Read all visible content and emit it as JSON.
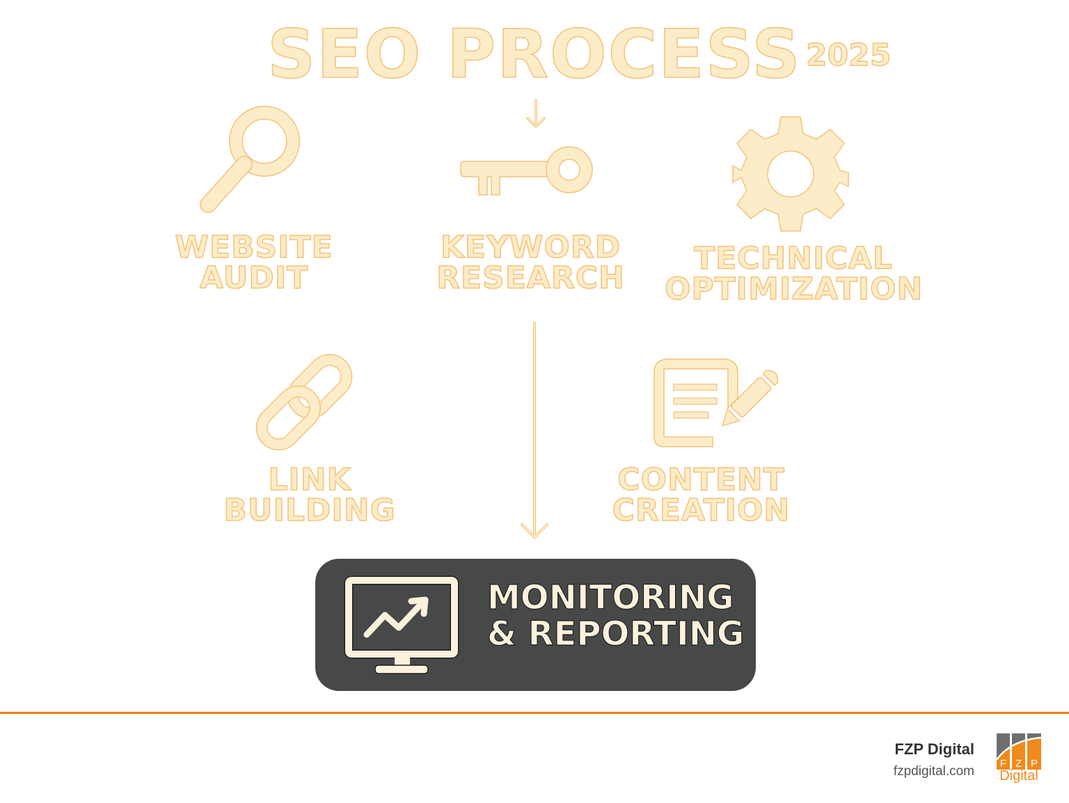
{
  "title": {
    "main": "SEO PROCESS",
    "year": "2025"
  },
  "steps": [
    {
      "id": "website-audit",
      "icon": "magnifier-icon",
      "lines": [
        "WEBSITE",
        "AUDIT"
      ]
    },
    {
      "id": "keyword-research",
      "icon": "key-icon",
      "lines": [
        "KEYWORD",
        "RESEARCH"
      ]
    },
    {
      "id": "technical-optimization",
      "icon": "gear-icon",
      "lines": [
        "TECHNICAL",
        "OPTIMIZATION"
      ]
    },
    {
      "id": "link-building",
      "icon": "chain-link-icon",
      "lines": [
        "LINK",
        "BUILDING"
      ]
    },
    {
      "id": "content-creation",
      "icon": "document-pencil-icon",
      "lines": [
        "CONTENT",
        "CREATION"
      ]
    }
  ],
  "final_step": {
    "icon": "monitor-trend-icon",
    "lines": [
      "MONITORING",
      "& REPORTING"
    ]
  },
  "footer": {
    "brand_name": "FZP Digital",
    "brand_url": "fzpdigital.com",
    "logo_letters": [
      "F",
      "Z",
      "P"
    ],
    "logo_word": "Digital"
  },
  "colors": {
    "cream_fill": "#fdecc8",
    "cream_stroke": "#f3c27a",
    "dark_box": "#474948",
    "accent_orange": "#f07d14",
    "logo_gray": "#6d6e70"
  }
}
